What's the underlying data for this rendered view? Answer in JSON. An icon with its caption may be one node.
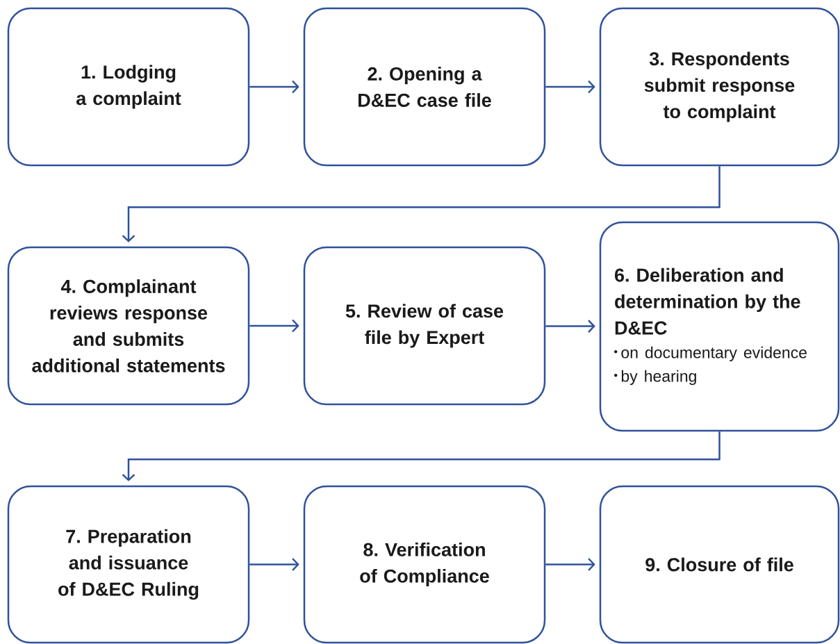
{
  "diagram": {
    "nodes": [
      {
        "text": [
          "1. Lodging a complaint"
        ]
      },
      {
        "text": [
          "2. Opening a D&EC case file"
        ]
      },
      {
        "text": [
          "3. Respondents submit response to complaint"
        ]
      },
      {
        "text": [
          "4. Complainant reviews response and submits additional statements"
        ]
      },
      {
        "text": [
          "5. Review of case file by Expert"
        ]
      },
      {
        "text": [
          "6. Deliberation and determination by the D&EC",
          "on documentary evidence",
          "by hearing"
        ]
      },
      {
        "text": [
          "7. Preparation and issuance of D&EC Ruling"
        ]
      },
      {
        "text": [
          "8. Verification of Compliance"
        ]
      },
      {
        "text": [
          "9. Closure of file"
        ]
      }
    ],
    "edges": [
      {
        "from": 0,
        "to": 1,
        "arrow": "to"
      },
      {
        "from": 1,
        "to": 2,
        "arrow": "to"
      },
      {
        "from": 2,
        "to": 3,
        "arrow": "to"
      },
      {
        "from": 3,
        "to": 4,
        "arrow": "to"
      },
      {
        "from": 4,
        "to": 5,
        "arrow": "to"
      },
      {
        "from": 5,
        "to": 6,
        "arrow": "to"
      },
      {
        "from": 6,
        "to": 7,
        "arrow": "to"
      },
      {
        "from": 7,
        "to": 8,
        "arrow": "to"
      }
    ]
  }
}
